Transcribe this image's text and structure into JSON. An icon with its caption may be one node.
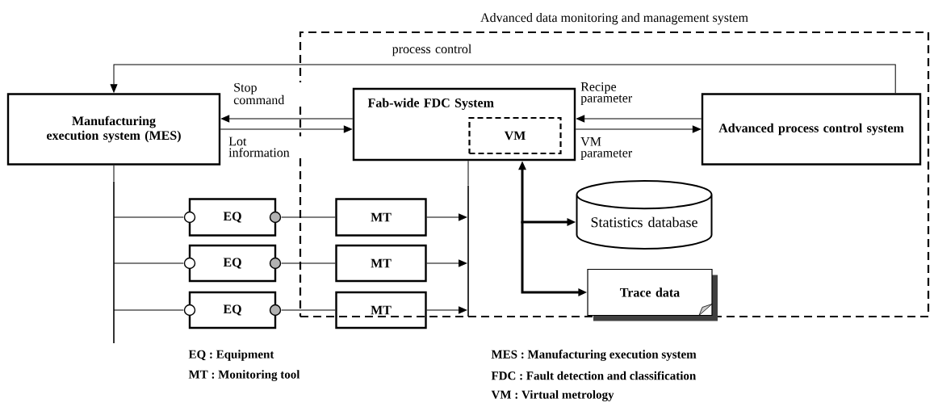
{
  "diagram": {
    "nodes": [
      {
        "text": [
          "Advanced data monitoring and management system"
        ]
      },
      {
        "text": [
          "Manufacturing execution system (MES)"
        ]
      },
      {
        "text": [
          "Fab-wide FDC System"
        ],
        "in": 0
      },
      {
        "text": [
          "VM"
        ],
        "in": 2
      },
      {
        "text": [
          "Advanced process control system"
        ],
        "in": 0
      },
      {
        "text": [
          "EQ"
        ]
      },
      {
        "text": [
          "EQ"
        ]
      },
      {
        "text": [
          "EQ"
        ]
      },
      {
        "text": [
          "MT"
        ],
        "in": 0
      },
      {
        "text": [
          "MT"
        ],
        "in": 0
      },
      {
        "text": [
          "MT"
        ],
        "in": 0
      },
      {
        "text": [],
        "shape": "bar",
        "in": 0
      },
      {
        "text": [],
        "shape": "bar"
      },
      {
        "text": [
          "Statistics database"
        ],
        "in": 0
      },
      {
        "text": [
          "Trace data"
        ],
        "in": 0
      }
    ],
    "edges": [
      {
        "from": 4,
        "to": 1,
        "arrow": "to",
        "label": "process control"
      },
      {
        "from": 2,
        "to": 1,
        "arrow": "to",
        "label": "Stop command"
      },
      {
        "from": 1,
        "to": 2,
        "arrow": "to",
        "label": "Lot information"
      },
      {
        "from": 4,
        "to": 2,
        "arrow": "to",
        "label": "Recipe parameter"
      },
      {
        "from": 2,
        "to": 4,
        "arrow": "to",
        "label": "VM parameter"
      },
      {
        "from": 1,
        "to": 12,
        "arrow": "none"
      },
      {
        "from": 12,
        "to": 5,
        "arrow": "none"
      },
      {
        "from": 12,
        "to": 6,
        "arrow": "none"
      },
      {
        "from": 12,
        "to": 7,
        "arrow": "none"
      },
      {
        "from": 5,
        "to": 8,
        "arrow": "none"
      },
      {
        "from": 6,
        "to": 9,
        "arrow": "none"
      },
      {
        "from": 7,
        "to": 10,
        "arrow": "none"
      },
      {
        "from": 8,
        "to": 11,
        "arrow": "to"
      },
      {
        "from": 9,
        "to": 11,
        "arrow": "to"
      },
      {
        "from": 10,
        "to": 11,
        "arrow": "to"
      },
      {
        "from": 11,
        "to": 2,
        "arrow": "none"
      },
      {
        "from": 2,
        "to": 13,
        "arrow": "both",
        "style": "thick"
      },
      {
        "from": 2,
        "to": 14,
        "arrow": "both",
        "style": "thick"
      }
    ],
    "labels": [
      "EQ : Equipment",
      "MT : Monitoring tool",
      "MES : Manufacturing execution system",
      "FDC : Fault detection and classification",
      "VM : Virtual metrology"
    ]
  }
}
